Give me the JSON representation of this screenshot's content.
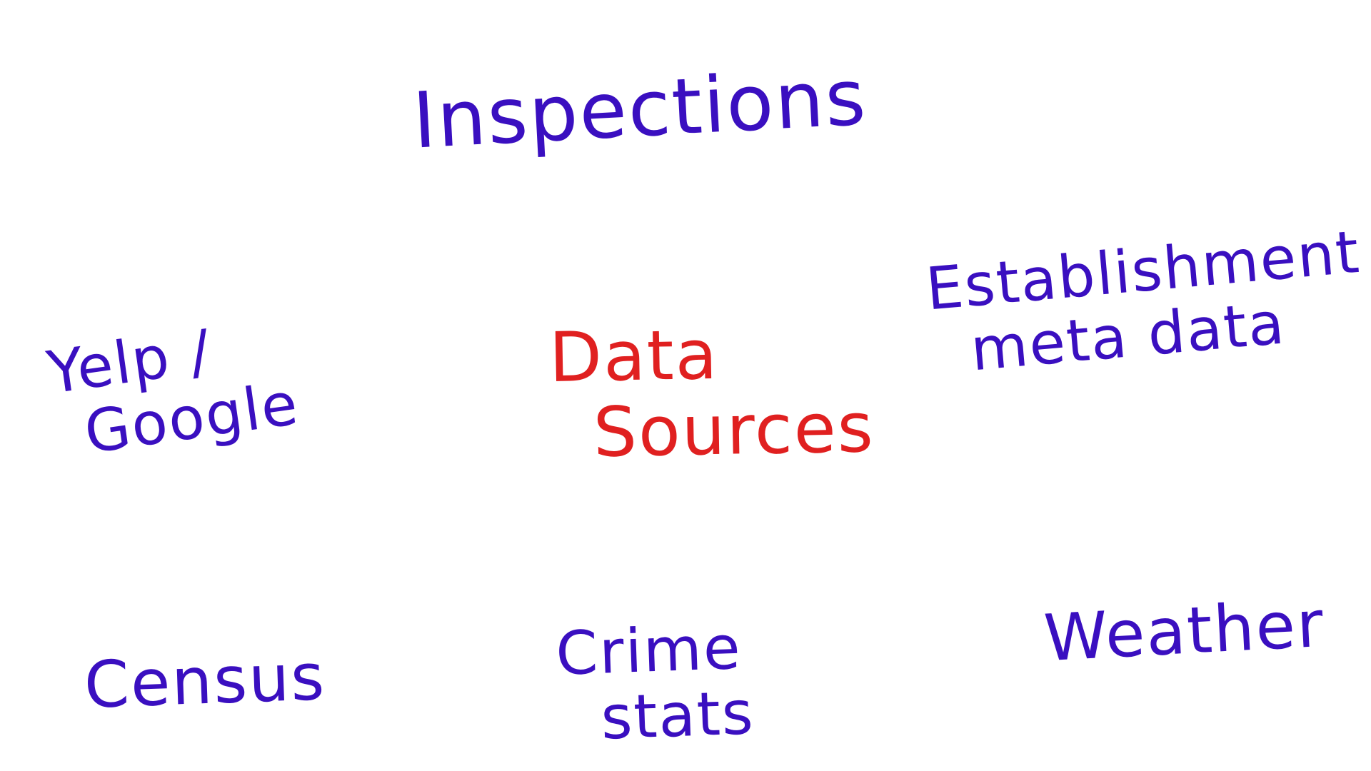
{
  "colors": {
    "background": "#ffffff",
    "center_ink": "#e02020",
    "node_ink": "#3a0fc0"
  },
  "center": {
    "lines": [
      "Data",
      "Sources"
    ]
  },
  "nodes": {
    "inspections": {
      "lines": [
        "Inspections"
      ]
    },
    "establishment": {
      "lines": [
        "Establishment",
        "meta data"
      ]
    },
    "yelp_google": {
      "lines": [
        "Yelp /",
        "Google"
      ]
    },
    "census": {
      "lines": [
        "Census"
      ]
    },
    "crime": {
      "lines": [
        "Crime",
        "stats"
      ]
    },
    "weather": {
      "lines": [
        "Weather"
      ]
    }
  }
}
